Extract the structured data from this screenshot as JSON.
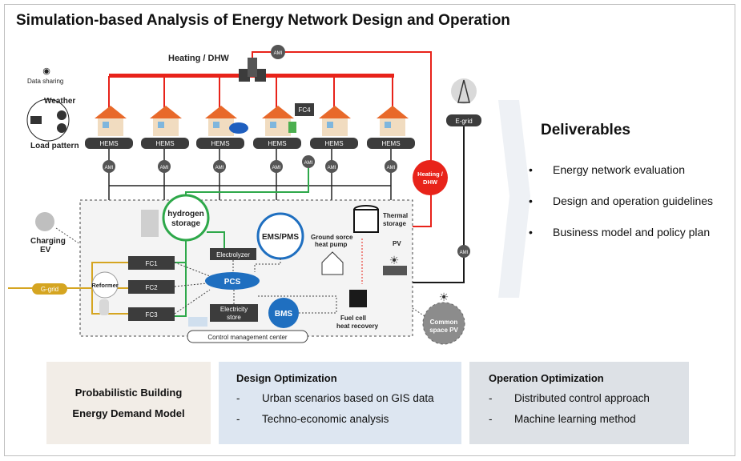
{
  "title": "Simulation-based Analysis of Energy Network Design and Operation",
  "diagram": {
    "heating_dhw_top": "Heating / DHW",
    "ami": "AMI",
    "data_sharing": "Data sharing",
    "weather": "Weather",
    "load_pattern": "Load pattern",
    "hems": "HEMS",
    "fc4": "FC4",
    "e_grid": "E-grid",
    "heating_dhw_right_line1": "Heating /",
    "heating_dhw_right_line2": "DHW",
    "charging_ev_line1": "Charging",
    "charging_ev_line2": "EV",
    "hydrogen_storage_line1": "hydrogen",
    "hydrogen_storage_line2": "storage",
    "ems_pms": "EMS/PMS",
    "thermal_storage_line1": "Thermal",
    "thermal_storage_line2": "storage",
    "ground_source_line1": "Ground sorce",
    "ground_source_line2": "heat pump",
    "pv": "PV",
    "electrolyzer": "Electrolyzer",
    "fc1": "FC1",
    "fc2": "FC2",
    "fc3": "FC3",
    "reformer": "Reformer",
    "g_grid": "G-grid",
    "pcs": "PCS",
    "electricity_store_line1": "Electricity",
    "electricity_store_line2": "store",
    "bms": "BMS",
    "fuel_cell_line1": "Fuel cell",
    "fuel_cell_line2": "heat recovery",
    "common_pv_line1": "Common",
    "common_pv_line2": "space PV",
    "control_center": "Control management center"
  },
  "deliverables": {
    "heading": "Deliverables",
    "bullet": "•",
    "items": [
      "Energy network evaluation",
      "Design and operation guidelines",
      "Business model and policy plan"
    ]
  },
  "boxes": {
    "probabilistic": {
      "line1": "Probabilistic Building",
      "line2": "Energy Demand Model"
    },
    "design": {
      "heading": "Design Optimization",
      "dash": "-",
      "items": [
        "Urban scenarios based on GIS data",
        "Techno-economic analysis"
      ]
    },
    "operation": {
      "heading": "Operation Optimization",
      "dash": "-",
      "items": [
        "Distributed control approach",
        "Machine learning method"
      ]
    }
  },
  "colors": {
    "heating_line": "#e8231a",
    "hydrogen_line": "#2ea84a",
    "gas_line": "#d5a521",
    "power_line": "#1a1a1a",
    "dark_box": "#3c3c3c",
    "blue_node": "#1f6fc0",
    "panel_arrow": "#eef1f5"
  }
}
